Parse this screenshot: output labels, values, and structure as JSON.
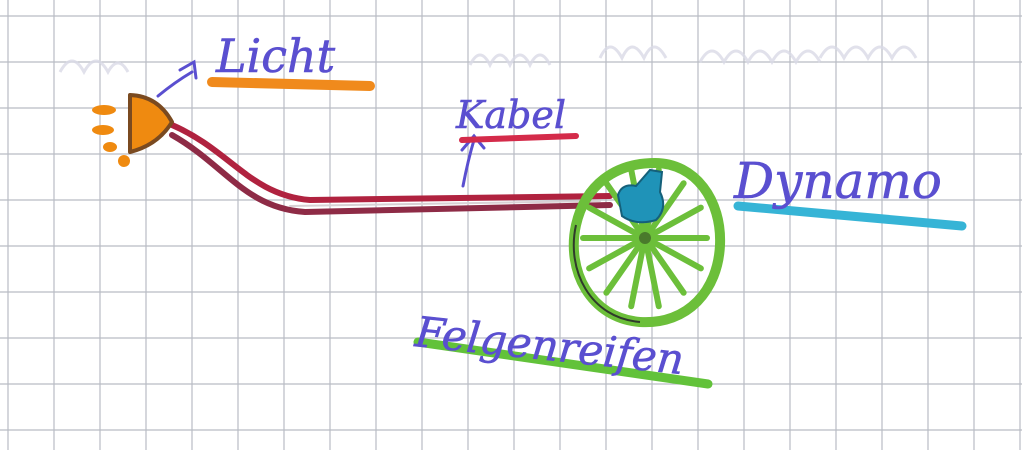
{
  "labels": {
    "licht": "Licht",
    "kabel": "Kabel",
    "dynamo": "Dynamo",
    "felgenreifen": "Felgenreifen"
  },
  "colors": {
    "paper": "#ffffff",
    "grid": "#b9bcc4",
    "ink": "#5a4fd0",
    "licht_underline": "#f08a1c",
    "lamp": "#ef8a10",
    "cable": "#b0223f",
    "kabel_underline": "#d42b4a",
    "dynamo": "#1f93b8",
    "dynamo_underline": "#36b4d6",
    "wheel": "#6cbf3a",
    "reifen_underline": "#62c23a"
  },
  "icons": [
    "lamp-icon",
    "dynamo-icon",
    "wheel-icon"
  ]
}
